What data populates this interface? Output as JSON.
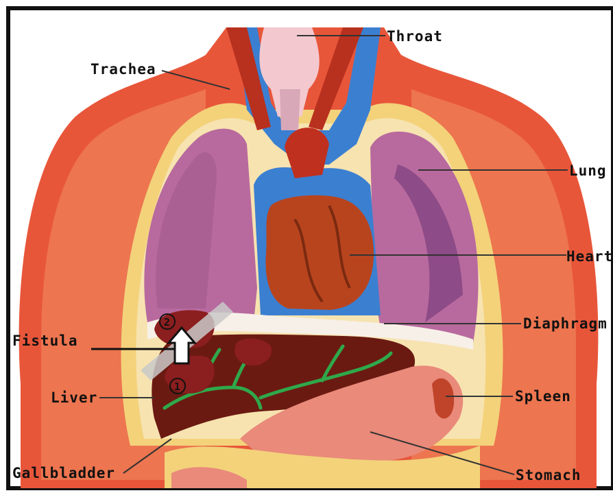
{
  "labels": {
    "throat": "Throat",
    "trachea": "Trachea",
    "lung": "Lung",
    "heart": "Heart",
    "diaphragm": "Diaphragm",
    "fistula": "Fistula",
    "liver": "Liver",
    "spleen": "Spleen",
    "gallbladder": "Gallbladder",
    "stomach": "Stomach"
  },
  "markers": {
    "marker_1": "1",
    "marker_2": "2"
  },
  "colors": {
    "skin": "#e8563a",
    "skin_light": "#f08a5e",
    "lung": "#b86a9e",
    "lung_dark": "#7a3f7e",
    "vessel": "#3b7fd1",
    "heart": "#b8441e",
    "liver": "#6b1a12",
    "bile_duct": "#2fa84a",
    "stomach": "#e98a7a",
    "lesion": "#8b1e1e",
    "fat": "#f3d27a"
  }
}
